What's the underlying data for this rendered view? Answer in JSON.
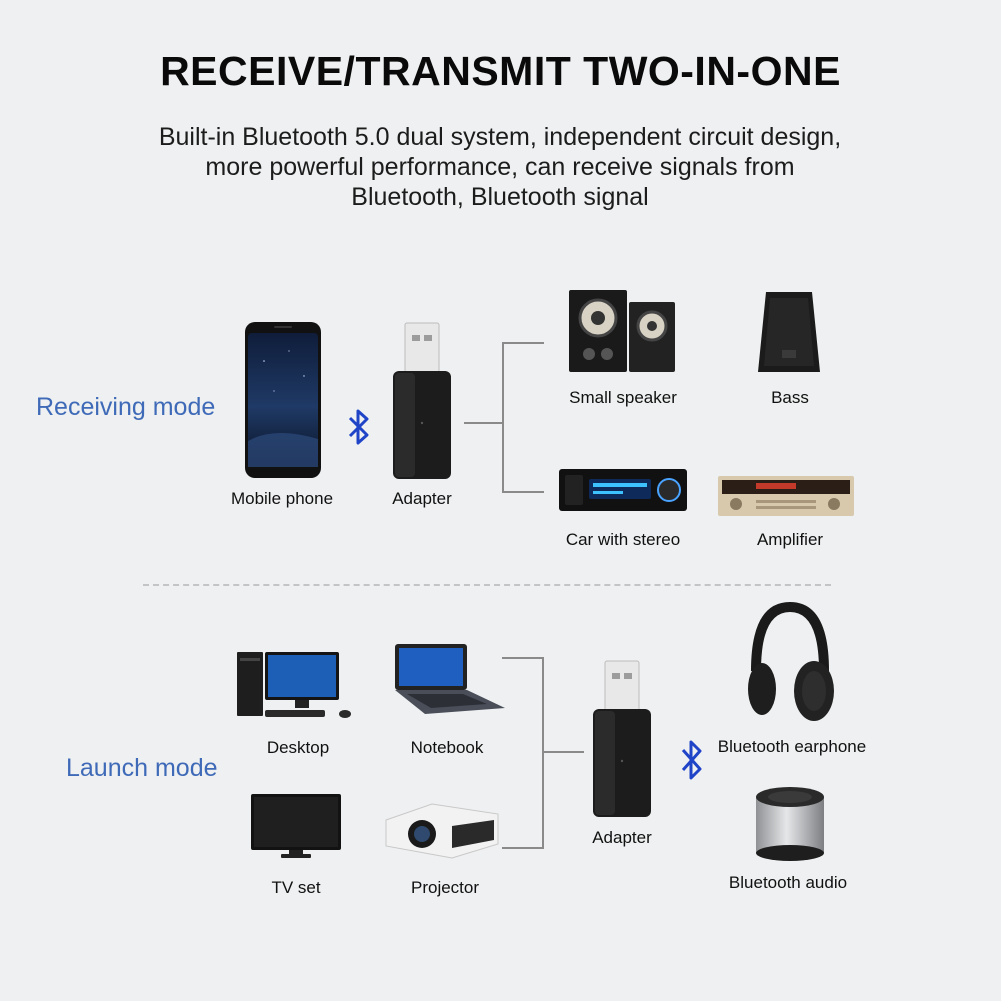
{
  "title": "RECEIVE/TRANSMIT TWO-IN-ONE",
  "subtitle": "Built-in Bluetooth 5.0 dual system, independent circuit design, more powerful performance, can receive signals from Bluetooth, Bluetooth signal",
  "receiving": {
    "mode_label": "Receiving mode",
    "source_label": "Mobile phone",
    "adapter_label": "Adapter",
    "outputs": [
      "Small speaker",
      "Bass",
      "Car with stereo",
      "Amplifier"
    ]
  },
  "launch": {
    "mode_label": "Launch mode",
    "sources": [
      "Desktop",
      "Notebook",
      "TV set",
      "Projector"
    ],
    "adapter_label": "Adapter",
    "outputs": [
      "Bluetooth earphone",
      "Bluetooth audio"
    ]
  },
  "icons": {
    "bluetooth": "bluetooth-icon",
    "accent_color": "#3f6ab8",
    "bluetooth_color": "#1f44c8"
  }
}
